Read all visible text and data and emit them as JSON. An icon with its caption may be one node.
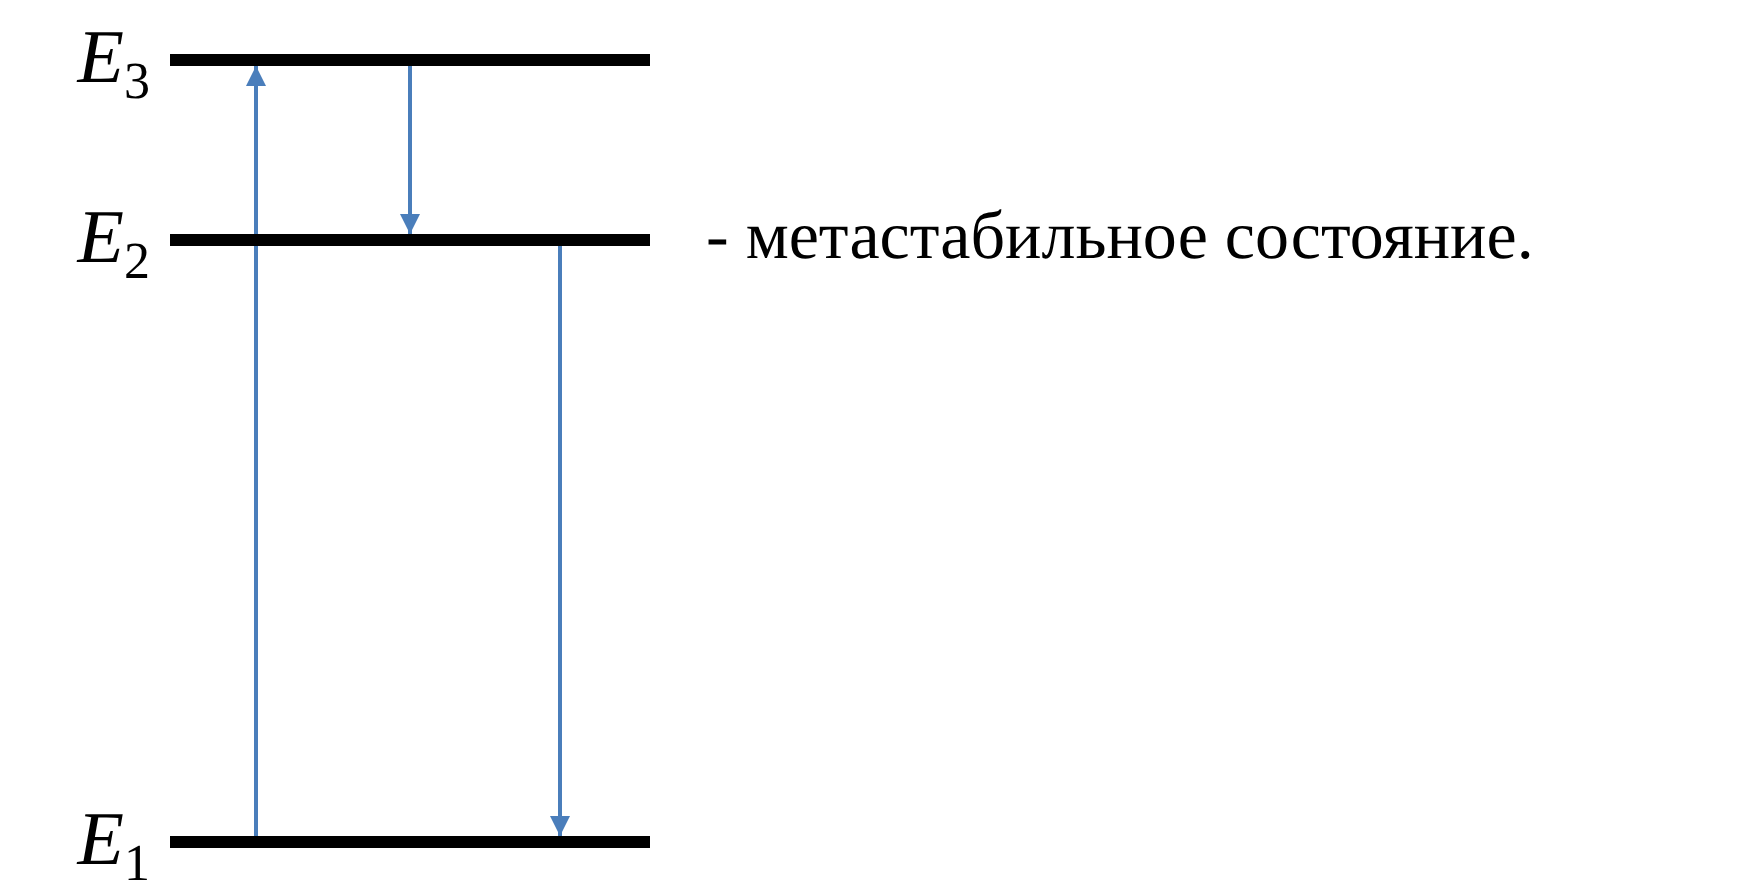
{
  "diagram": {
    "nodes": [
      {
        "text": [
          "*E*$_{3}$"
        ]
      },
      {
        "text": [
          "*E*$_{2}$"
        ],
        "beside": [
          "- метастабильное состояние."
        ]
      },
      {
        "text": [
          "*E*$_{1}$"
        ]
      }
    ],
    "edges": [
      {
        "from": 2,
        "to": 0,
        "arrow": "to"
      },
      {
        "from": 0,
        "to": 1,
        "arrow": "to"
      },
      {
        "from": 1,
        "to": 2,
        "arrow": "to"
      }
    ]
  }
}
